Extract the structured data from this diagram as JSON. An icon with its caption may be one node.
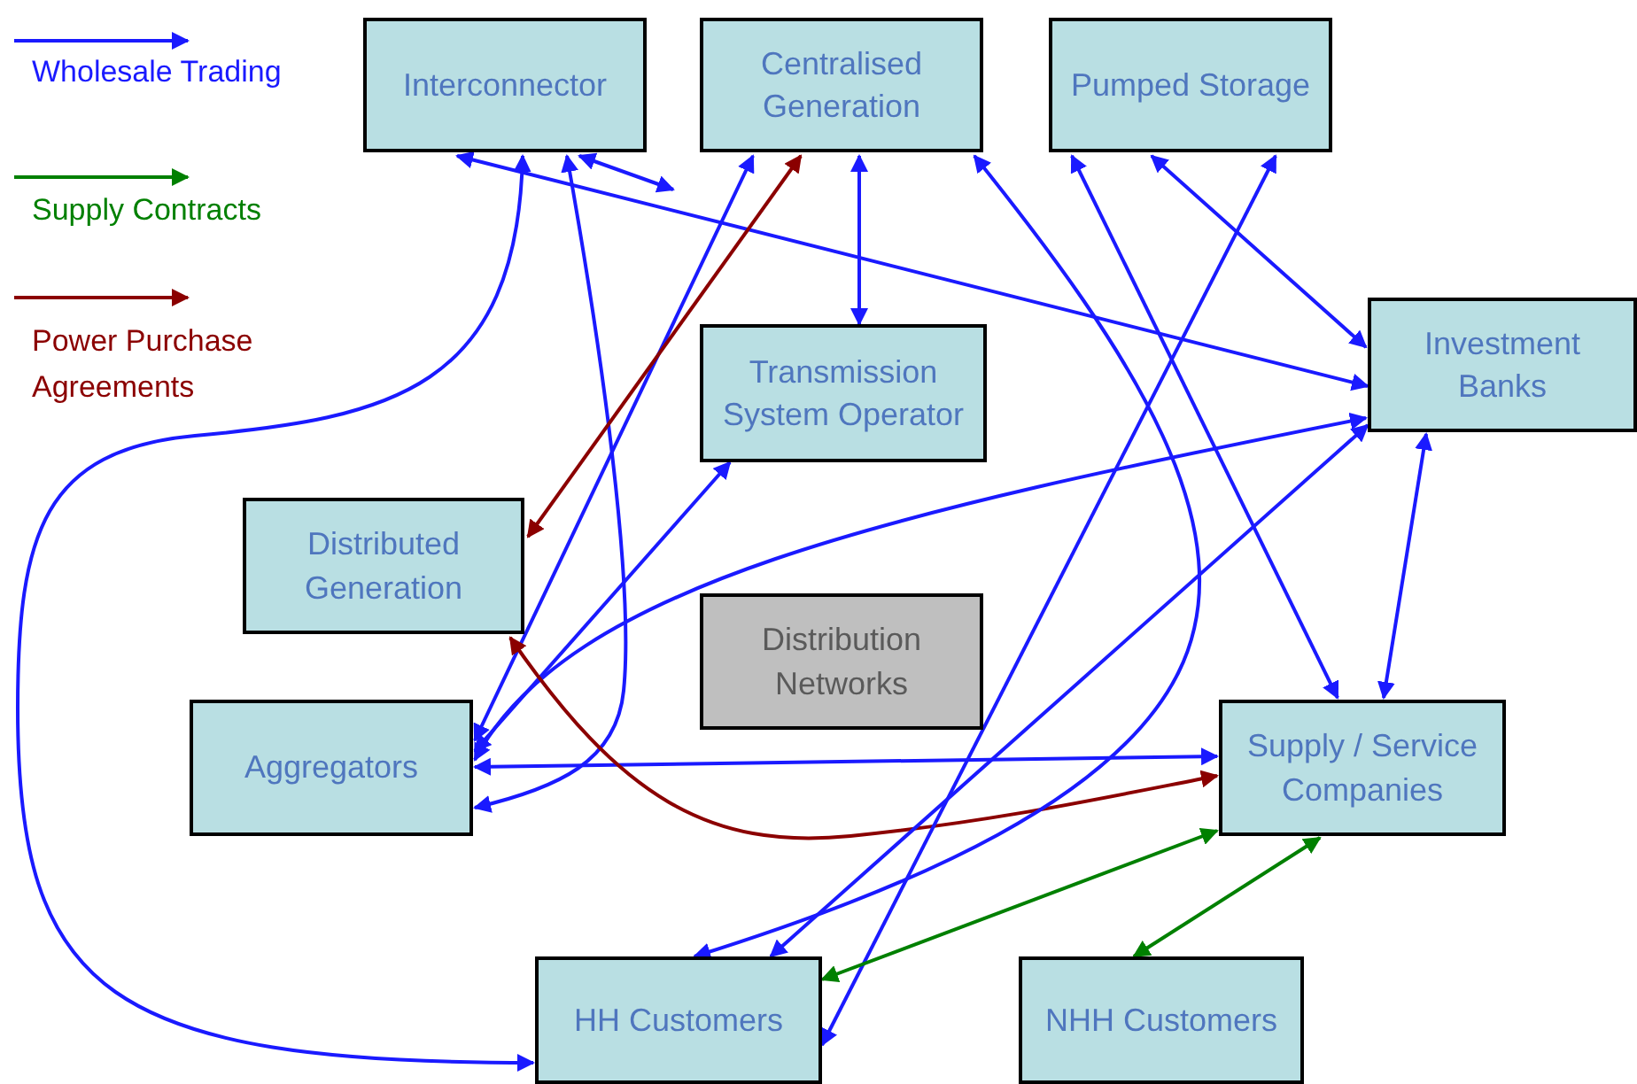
{
  "diagram": {
    "nodes": [
      {
        "text": [
          "Interconnector"
        ]
      },
      {
        "text": [
          "Centralised Generation"
        ]
      },
      {
        "text": [
          "Pumped Storage"
        ]
      },
      {
        "text": [
          "Investment Banks"
        ]
      },
      {
        "text": [
          "Transmission System Operator"
        ]
      },
      {
        "text": [
          "Distributed Generation"
        ]
      },
      {
        "text": [
          "Distribution Networks"
        ]
      },
      {
        "text": [
          "Aggregators"
        ]
      },
      {
        "text": [
          "Supply / Service Companies"
        ]
      },
      {
        "text": [
          "HH Customers"
        ]
      },
      {
        "text": [
          "NHH Customers"
        ]
      }
    ],
    "edges": [
      {
        "from": 0,
        "to": 3,
        "arrow": "both"
      },
      {
        "from": 0,
        "to": null,
        "arrow": "both"
      },
      {
        "from": 1,
        "to": 4,
        "arrow": "both"
      },
      {
        "from": 0,
        "to": 9,
        "arrow": "both"
      },
      {
        "from": 0,
        "to": 7,
        "arrow": "both"
      },
      {
        "from": 7,
        "to": 1,
        "arrow": "both"
      },
      {
        "from": 5,
        "to": 1,
        "arrow": "both",
        "color": "#8b0000"
      },
      {
        "from": 7,
        "to": 4,
        "arrow": "both"
      },
      {
        "from": 7,
        "to": 3,
        "arrow": "both"
      },
      {
        "from": 7,
        "to": 8,
        "arrow": "both"
      },
      {
        "from": 5,
        "to": 8,
        "arrow": "both",
        "color": "#8b0000"
      },
      {
        "from": 1,
        "to": 9,
        "arrow": "both"
      },
      {
        "from": 2,
        "to": 8,
        "arrow": "both"
      },
      {
        "from": 2,
        "to": 3,
        "arrow": "both"
      },
      {
        "from": 2,
        "to": 9,
        "arrow": "both"
      },
      {
        "from": 3,
        "to": 9,
        "arrow": "both"
      },
      {
        "from": 3,
        "to": 8,
        "arrow": "both"
      },
      {
        "from": 9,
        "to": 8,
        "arrow": "both",
        "color": "#008000"
      },
      {
        "from": 10,
        "to": 8,
        "arrow": "both",
        "color": "#008000"
      }
    ],
    "legend": [
      {
        "text": "Wholesale Trading"
      },
      {
        "text": "Supply Contracts"
      },
      {
        "text": "Power Purchase Agreements"
      }
    ]
  }
}
